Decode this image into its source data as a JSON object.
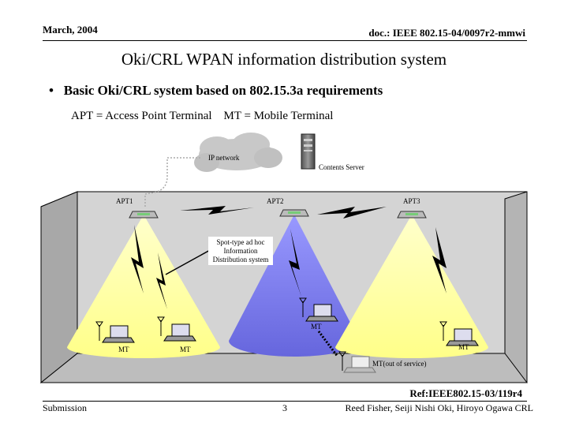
{
  "header": {
    "date": "March, 2004",
    "doc_id": "doc.: IEEE 802.15-04/0097r2-mmwi"
  },
  "slide": {
    "title": "Oki/CRL WPAN information distribution system",
    "bullet": "Basic Oki/CRL system based on 802.15.3a requirements",
    "definitions": "APT = Access Point Terminal    MT = Mobile Terminal"
  },
  "diagram": {
    "ip_network": "IP network",
    "contents_server": "Contents Server",
    "apt1": "APT1",
    "apt2": "APT2",
    "apt3": "APT3",
    "system_line1": "Spot-type ad hoc",
    "system_line2": "Information",
    "system_line3": "Distribution system",
    "mt_left1": "MT",
    "mt_left2": "MT",
    "mt_center": "MT",
    "mt_right": "MT",
    "mt_out": "MT(out of service)"
  },
  "footer": {
    "ref": "Ref:IEEE802.15-03/119r4",
    "submission": "Submission",
    "page": "3",
    "authors": "Reed Fisher, Seiji Nishi Oki, Hiroyo Ogawa CRL"
  },
  "colors": {
    "cone_yellow": "#ffff99",
    "cone_blue": "#7777ee",
    "room": "#c0c0c0",
    "room_dark": "#a8a8a8"
  }
}
